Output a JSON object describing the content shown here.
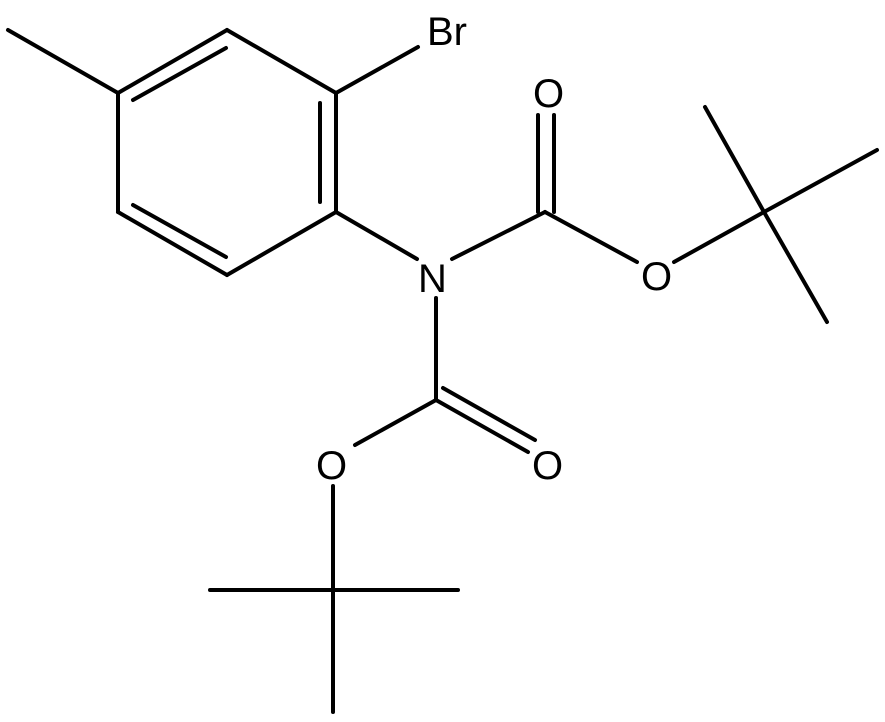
{
  "structure": {
    "colors": {
      "bond": "#000000",
      "label": "#000000",
      "background": "#ffffff"
    },
    "atoms": {
      "bromine": "Br",
      "nitrogen": "N",
      "carbonyl_oxygen_top": "O",
      "ester_oxygen_top": "O",
      "carbonyl_oxygen_bottom": "O",
      "ester_oxygen_bottom": "O"
    }
  }
}
